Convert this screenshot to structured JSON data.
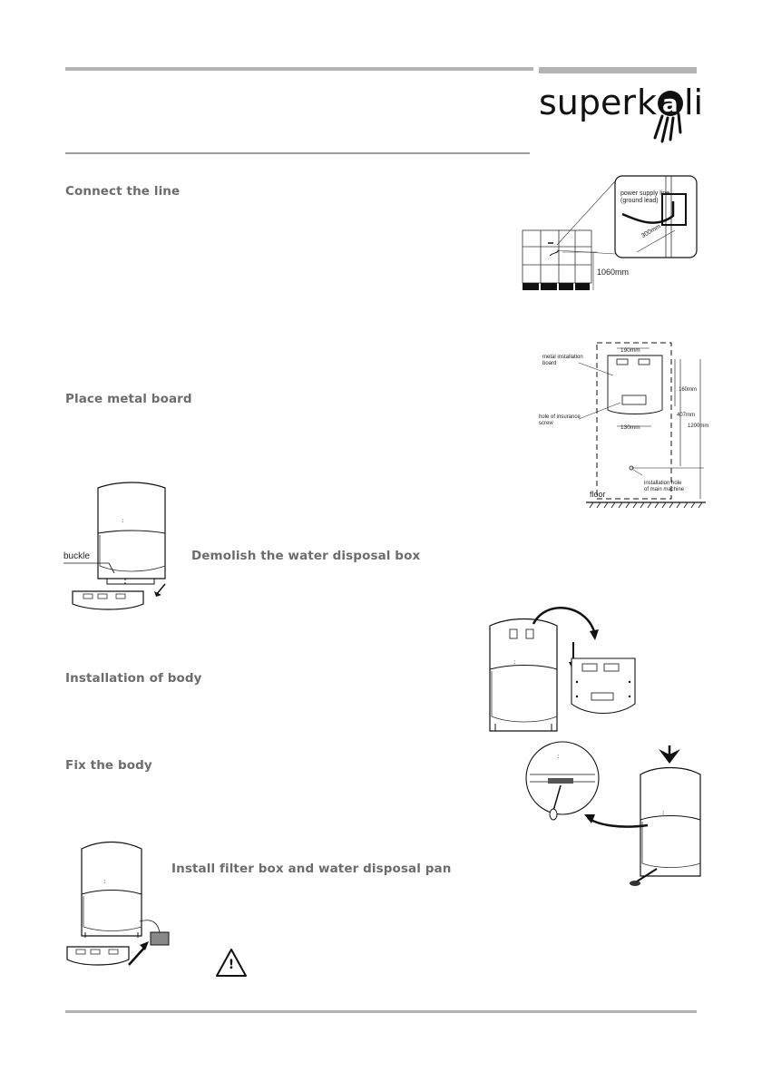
{
  "brand": {
    "logo_text_left": "super",
    "logo_text_right": "li",
    "logo_letter_k": "k",
    "logo_letter_a": "a"
  },
  "sections": {
    "connect_line": "Connect the line",
    "place_board": "Place metal board",
    "demolish_box": "Demolish the water disposal box",
    "install_body": "Installation of body",
    "fix_body": "Fix the body",
    "install_filter": "Install filter box and water disposal pan"
  },
  "fig_connect": {
    "callout_line1": "power supply line",
    "callout_line2": "(ground lead)",
    "length": "300mm",
    "height": "1060mm"
  },
  "fig_board": {
    "board_label_1": "metal installation",
    "board_label_2": "board",
    "width_top": "190mm",
    "height_upper": "160mm",
    "screw_label_1": "hole of insurance",
    "screw_label_2": "screw",
    "width_bottom": "130mm",
    "height_mid": "407mm",
    "height_total": "1200mm",
    "machine_label_1": "installation hole",
    "machine_label_2": "of main machine",
    "floor_label": "floor"
  },
  "fig_demolish": {
    "buckle_label": "buckle"
  },
  "warning": {
    "symbol": "!"
  }
}
